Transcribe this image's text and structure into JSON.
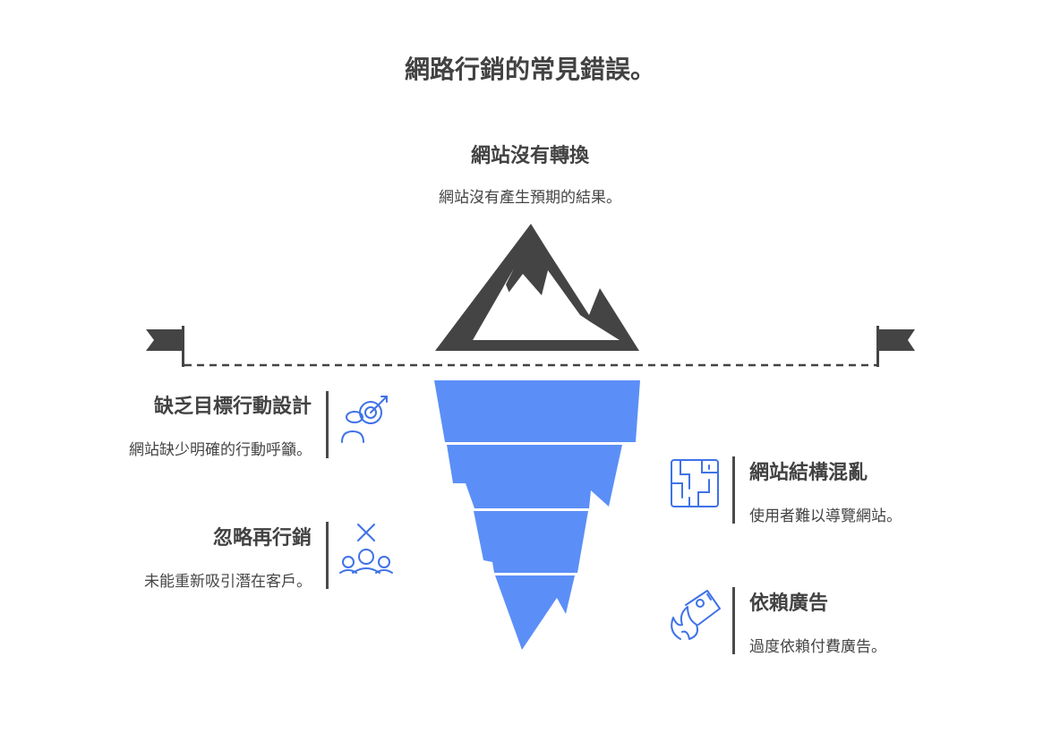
{
  "title": "網路行銷的常見錯誤。",
  "top": {
    "heading": "網站沒有轉換",
    "description": "網站沒有產生預期的結果。"
  },
  "left_items": [
    {
      "heading": "缺乏目標行動設計",
      "description": "網站缺少明確的行動呼籲。",
      "icon": "target-users-icon"
    },
    {
      "heading": "忽略再行銷",
      "description": "未能重新吸引潛在客戶。",
      "icon": "lost-users-icon"
    }
  ],
  "right_items": [
    {
      "heading": "網站結構混亂",
      "description": "使用者難以導覽網站。",
      "icon": "maze-icon"
    },
    {
      "heading": "依賴廣告",
      "description": "過度依賴付費廣告。",
      "icon": "burning-card-icon"
    }
  ],
  "colors": {
    "mountain": "#444444",
    "iceberg": "#5b8ff7",
    "icon": "#3f72e8",
    "text": "#424242"
  }
}
